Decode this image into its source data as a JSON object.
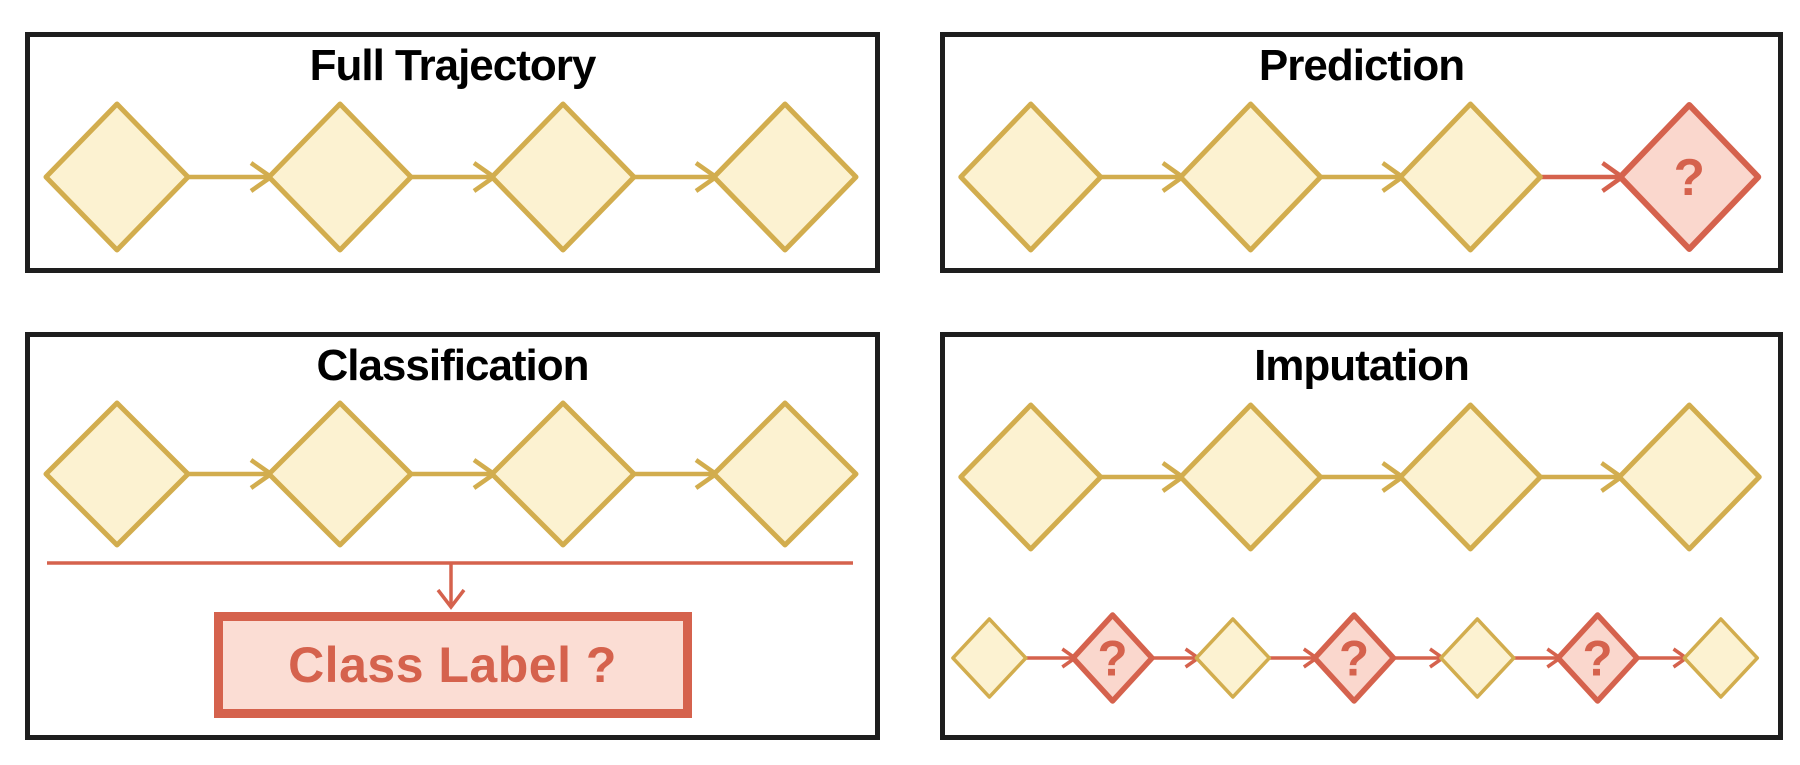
{
  "colors": {
    "panel_border": "#1e1e1e",
    "gold_stroke": "#d2ad4e",
    "gold_fill": "#fcf2d1",
    "red_stroke": "#d5624d",
    "red_fill": "#fad7cd",
    "box_fill": "#fbddd4",
    "title_color": "#000000",
    "background": "#ffffff"
  },
  "panels": [
    {
      "id": "full-trajectory",
      "title": "Full Trajectory",
      "sequence": [
        "observed",
        "observed",
        "observed",
        "observed"
      ]
    },
    {
      "id": "prediction",
      "title": "Prediction",
      "sequence": [
        "observed",
        "observed",
        "observed",
        "missing"
      ],
      "missing_label": "?"
    },
    {
      "id": "classification",
      "title": "Classification",
      "sequence": [
        "observed",
        "observed",
        "observed",
        "observed"
      ],
      "output_box_label": "Class Label ?"
    },
    {
      "id": "imputation",
      "title": "Imputation",
      "sequence": [
        "observed",
        "observed",
        "observed",
        "observed"
      ],
      "bottom_sequence": [
        "observed",
        "missing",
        "observed",
        "missing",
        "observed",
        "missing",
        "observed"
      ],
      "missing_label": "?"
    }
  ]
}
